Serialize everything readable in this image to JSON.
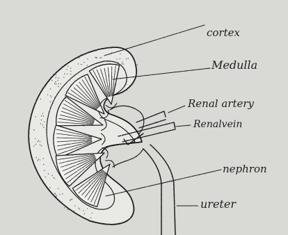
{
  "diagram": {
    "labels": {
      "cortex": "cortex",
      "medulla": "Medulla",
      "renal_artery": "Renal artery",
      "renal_vein": "Renalvein",
      "nephron": "nephron",
      "ureter": "ureter"
    },
    "colors": {
      "paper": "#d9d9d6",
      "ink": "#1d1d1d",
      "cortex_fill": "#e9e9e6",
      "medulla_fill": "#f1f1ee"
    }
  }
}
